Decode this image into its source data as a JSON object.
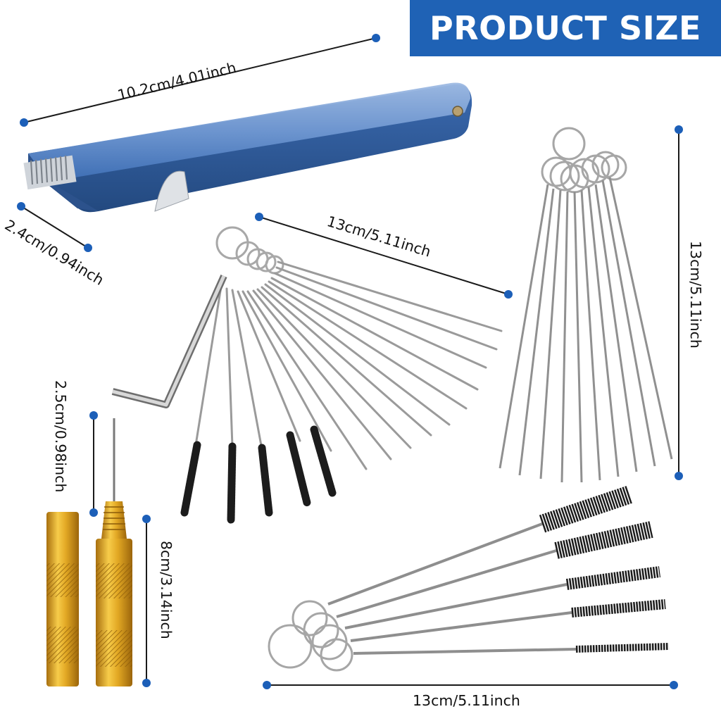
{
  "banner": {
    "text": "PRODUCT SIZE",
    "background": "#1f62b5",
    "color": "#ffffff"
  },
  "colors": {
    "dimension_line": "#1a1a1a",
    "dimension_dot": "#1c5fb8",
    "case_blue": "#4a7fc4",
    "brass": "#e0a823",
    "wire": "#9a9a9a",
    "bristle": "#1c1c1c"
  },
  "dimensions": {
    "case_length": "10.2cm/4.01inch",
    "case_width": "2.4cm/0.94inch",
    "fan_brush_length": "13cm/5.11inch",
    "needle_set_length": "13cm/5.11inch",
    "needle_tip_length": "2.5cm/0.98inch",
    "holder_length": "8cm/3.14inch",
    "long_brush_length": "13cm/5.11inch"
  },
  "items": {
    "case_icon": "blue-aluminum-case",
    "fan_brush_icon": "fan-brush-set",
    "needle_icon": "cleaning-needle-set",
    "holder_icon": "brass-needle-holder",
    "long_brush_icon": "long-brush-set",
    "hex_key_icon": "hex-key"
  }
}
